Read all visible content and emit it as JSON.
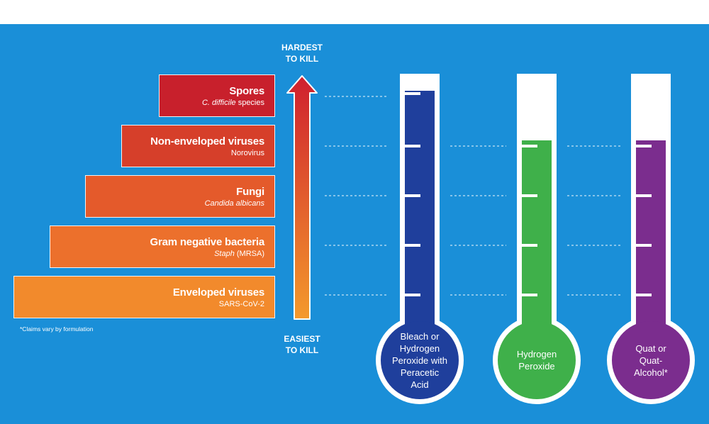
{
  "arrow": {
    "top_label_line1": "HARDEST",
    "top_label_line2": "TO KILL",
    "bottom_label_line1": "EASIEST",
    "bottom_label_line2": "TO KILL"
  },
  "tiers": [
    {
      "title": "Spores",
      "sub_italic": "C. difficile",
      "sub_plain": " species",
      "color": "#c8202c"
    },
    {
      "title": "Non-enveloped viruses",
      "sub_italic": "",
      "sub_plain": "Norovirus",
      "color": "#d63f2a"
    },
    {
      "title": "Fungi",
      "sub_italic": "Candida albicans",
      "sub_plain": "",
      "color": "#e45a2b"
    },
    {
      "title": "Gram negative bacteria",
      "sub_italic": "Staph",
      "sub_plain": " (MRSA)",
      "color": "#ec702c"
    },
    {
      "title": "Enveloped viruses",
      "sub_italic": "",
      "sub_plain": "SARS-CoV-2",
      "color": "#f28a2c"
    }
  ],
  "footnote": "*Claims vary by formulation",
  "thermometers": [
    {
      "label_lines": [
        "Bleach or",
        "Hydrogen",
        "Peroxide with",
        "Peracetic",
        "Acid"
      ],
      "color": "#1f3f9c",
      "level": 5
    },
    {
      "label_lines": [
        "Hydrogen",
        "Peroxide"
      ],
      "color": "#3fb04a",
      "level": 4
    },
    {
      "label_lines": [
        "Quat or",
        "Quat-",
        "Alcohol*"
      ],
      "color": "#7b2d8e",
      "level": 4
    }
  ]
}
